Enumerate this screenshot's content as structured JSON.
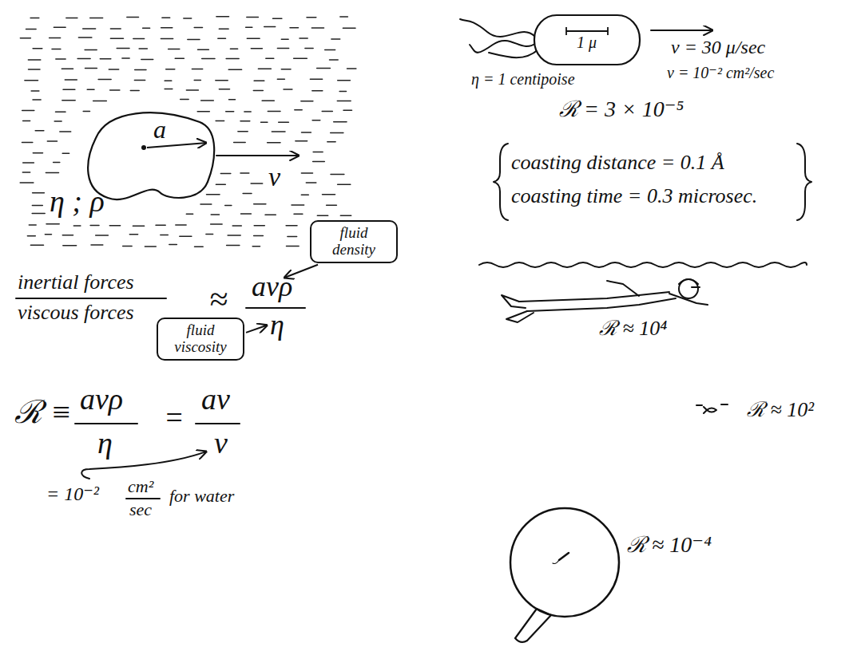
{
  "diagram": {
    "nodes": [
      {
        "text": [
          "a"
        ]
      },
      {
        "text": [
          "fluid density"
        ]
      },
      {
        "text": [
          "fluid viscosity"
        ]
      },
      {
        "text": [
          "1 μ"
        ]
      }
    ],
    "labels": [
      "v",
      "η ; ρ",
      "inertial forces",
      "viscous forces",
      "≈",
      "avρ",
      "η",
      "ℛ ≡",
      "avρ",
      "η",
      "=",
      "av",
      "ν",
      "= 10⁻²",
      "cm²",
      "sec",
      "for water",
      "v = 30 μ/sec",
      "η = 1 centipoise",
      "ν = 10⁻² cm²/sec",
      "ℛ = 3 × 10⁻⁵",
      "coasting distance = 0.1 Å",
      "coasting time = 0.3 microsec.",
      "ℛ ≈ 10⁴",
      "ℛ ≈ 10²",
      "ℛ ≈ 10⁻⁴"
    ]
  }
}
